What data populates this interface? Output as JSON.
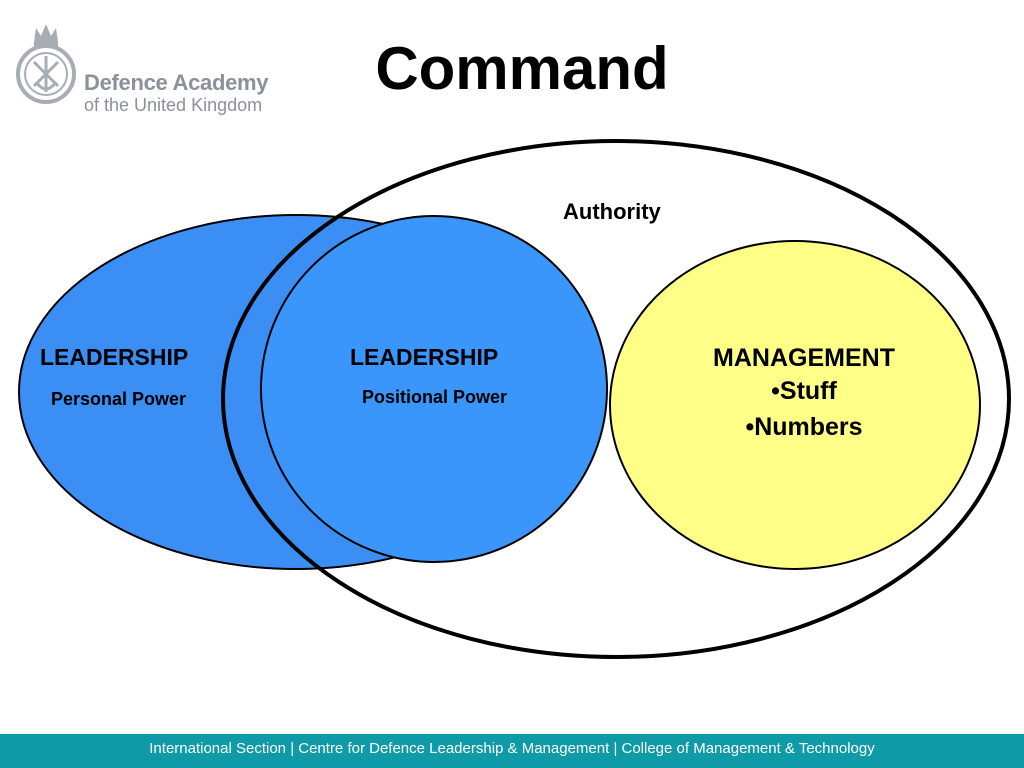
{
  "header": {
    "logo_line1": "Defence Academy",
    "logo_line2": "of the United Kingdom",
    "title": "Command"
  },
  "diagram": {
    "outer_label": "Authority",
    "leadership_personal": {
      "label": "LEADERSHIP",
      "sub": "Personal Power",
      "color": "#3b8ff4"
    },
    "leadership_positional": {
      "label": "LEADERSHIP",
      "sub": "Positional Power",
      "color": "#3b96fb"
    },
    "management": {
      "label": "MANAGEMENT",
      "items": [
        "•Stuff",
        "•Numbers"
      ],
      "color": "#ffff88"
    }
  },
  "footer": {
    "text": "International Section | Centre for Defence Leadership & Management | College of Management & Technology",
    "color": "#0e9aa7"
  }
}
